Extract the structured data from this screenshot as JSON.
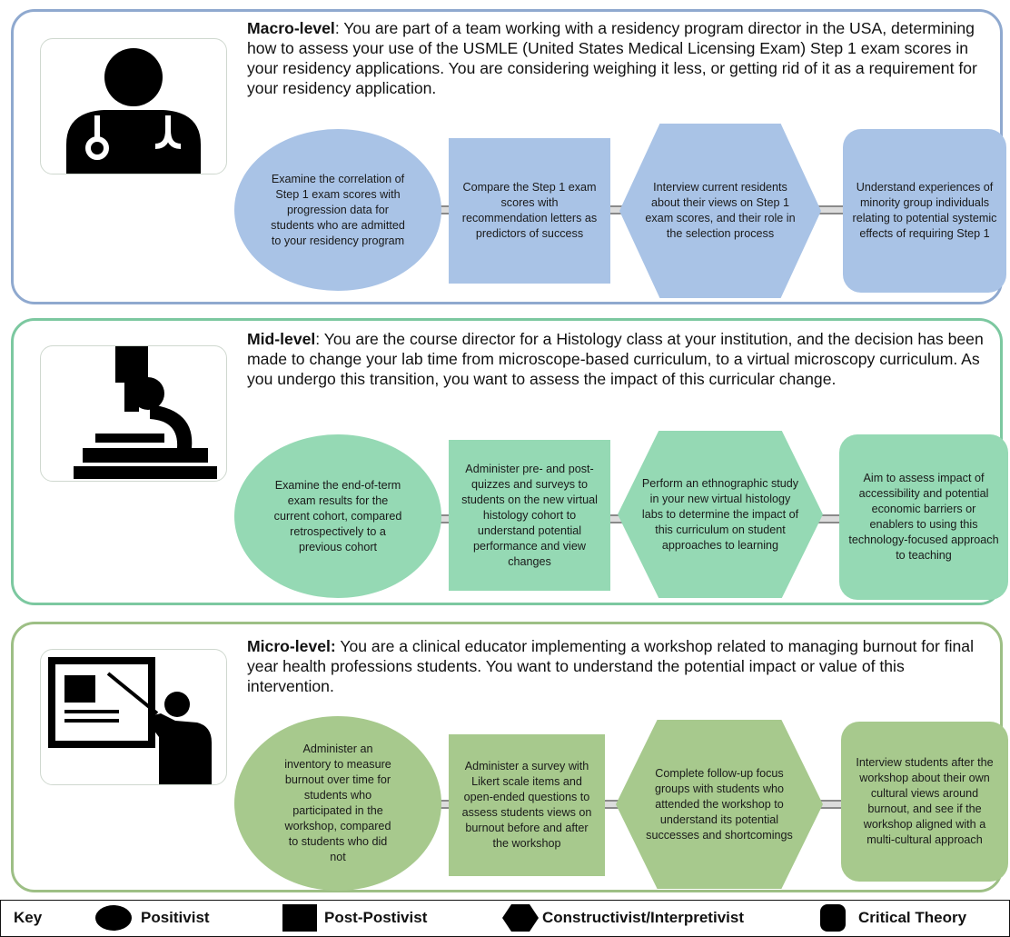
{
  "colors": {
    "macro": "#a9c3e6",
    "mid": "#95d9b4",
    "micro": "#a7c98d"
  },
  "macro": {
    "heading": "Macro-level",
    "text": ": You are part of a team working with a residency program director in the USA, determining how to assess your use of the USMLE (United States Medical Licensing Exam) Step 1 exam scores in your residency applications. You are considering weighing it less, or getting rid of it as a requirement for your residency application.",
    "icon": "doctor-stethoscope-icon",
    "positivist": "Examine the correlation of Step 1 exam scores with progression data for students who are admitted to your residency program",
    "post_positivist": "Compare the Step 1 exam scores with recommendation letters as predictors of success",
    "constructivist": "Interview current residents about their views on Step 1 exam scores, and their role in the selection process",
    "critical": "Understand experiences of minority group individuals relating to potential systemic effects of requiring Step 1"
  },
  "mid": {
    "heading": "Mid-level",
    "text": ": You are the course director for a Histology class at your institution, and the decision has been made to change your lab time from microscope-based curriculum, to a virtual microscopy curriculum. As you undergo this transition, you want to assess the impact of this curricular change.",
    "icon": "microscope-icon",
    "positivist": "Examine the end-of-term exam results for the current cohort, compared retrospectively to a previous cohort",
    "post_positivist": "Administer pre- and post-quizzes and surveys to students on the new virtual histology cohort to understand potential performance and view changes",
    "constructivist": "Perform an ethnographic study in your new virtual histology labs to determine the impact of this curriculum on student approaches to learning",
    "critical": "Aim to assess impact of accessibility and potential economic barriers or enablers to using this technology-focused approach to teaching"
  },
  "micro": {
    "heading": "Micro-level:",
    "text": " You are a clinical educator implementing a workshop related to managing burnout for final year health professions students. You want to understand the potential impact or value of this intervention.",
    "icon": "teacher-presentation-icon",
    "positivist": "Administer an inventory to measure burnout over time for students who participated in the workshop, compared to students who did not",
    "post_positivist": "Administer a survey with Likert scale items and open-ended questions to assess students views on burnout before and after the workshop",
    "constructivist": "Complete follow-up focus groups with students who attended the workshop to understand its potential successes and shortcomings",
    "critical": "Interview students after the workshop about their own cultural views around burnout, and see if the workshop aligned with a multi-cultural approach"
  },
  "key": {
    "title": "Key",
    "positivist": "Positivist",
    "post_positivist": "Post-Postivist",
    "constructivist": "Constructivist/Interpretivist",
    "critical": "Critical Theory"
  }
}
